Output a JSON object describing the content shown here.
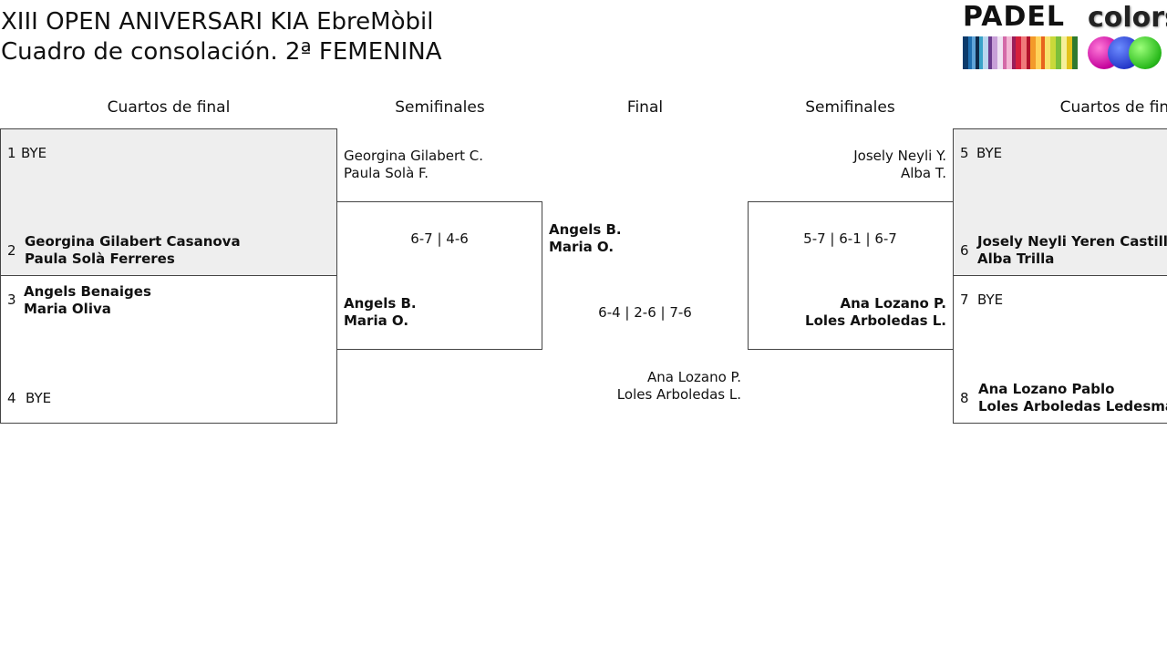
{
  "header": {
    "title_line1": "XIII OPEN ANIVERSARI KIA EbreMòbil",
    "title_line2": "Cuadro de consolación. 2ª FEMENINA"
  },
  "logo": {
    "word1": "PADEL",
    "word2": "colors"
  },
  "rounds": {
    "left_qf": "Cuartos de final",
    "left_sf": "Semifinales",
    "final": "Final",
    "right_sf": "Semifinales",
    "right_qf": "Cuartos de final"
  },
  "quarterfinals": {
    "m1": {
      "seedA": "1",
      "teamA": "BYE",
      "seedB": "2",
      "teamB_l1": "Georgina Gilabert Casanova",
      "teamB_l2": "Paula Solà Ferreres"
    },
    "m2": {
      "seedA": "3",
      "teamA_l1": "Angels Benaiges",
      "teamA_l2": "Maria Oliva",
      "seedB": "4",
      "teamB": "BYE"
    },
    "m3": {
      "seedA": "5",
      "teamA": "BYE",
      "seedB": "6",
      "teamB_l1": "Josely Neyli Yeren Castilla",
      "teamB_l2": "Alba Trilla"
    },
    "m4": {
      "seedA": "7",
      "teamA": "BYE",
      "seedB": "8",
      "teamB_l1": "Ana Lozano Pablo",
      "teamB_l2": "Loles Arboledas Ledesma"
    }
  },
  "semifinals": {
    "left": {
      "top_l1": "Georgina Gilabert C.",
      "top_l2": "Paula Solà F.",
      "score": "6-7 | 4-6",
      "bottom_l1": "Angels B.",
      "bottom_l2": "Maria O."
    },
    "right": {
      "top_l1": "Josely Neyli Y.",
      "top_l2": "Alba T.",
      "score": "5-7 | 6-1 | 6-7",
      "bottom_l1": "Ana Lozano P.",
      "bottom_l2": "Loles Arboledas L."
    }
  },
  "final": {
    "top_l1": "Angels B.",
    "top_l2": "Maria O.",
    "score": "6-4 | 2-6 | 7-6",
    "bottom_l1": "Ana Lozano P.",
    "bottom_l2": "Loles Arboledas L."
  }
}
